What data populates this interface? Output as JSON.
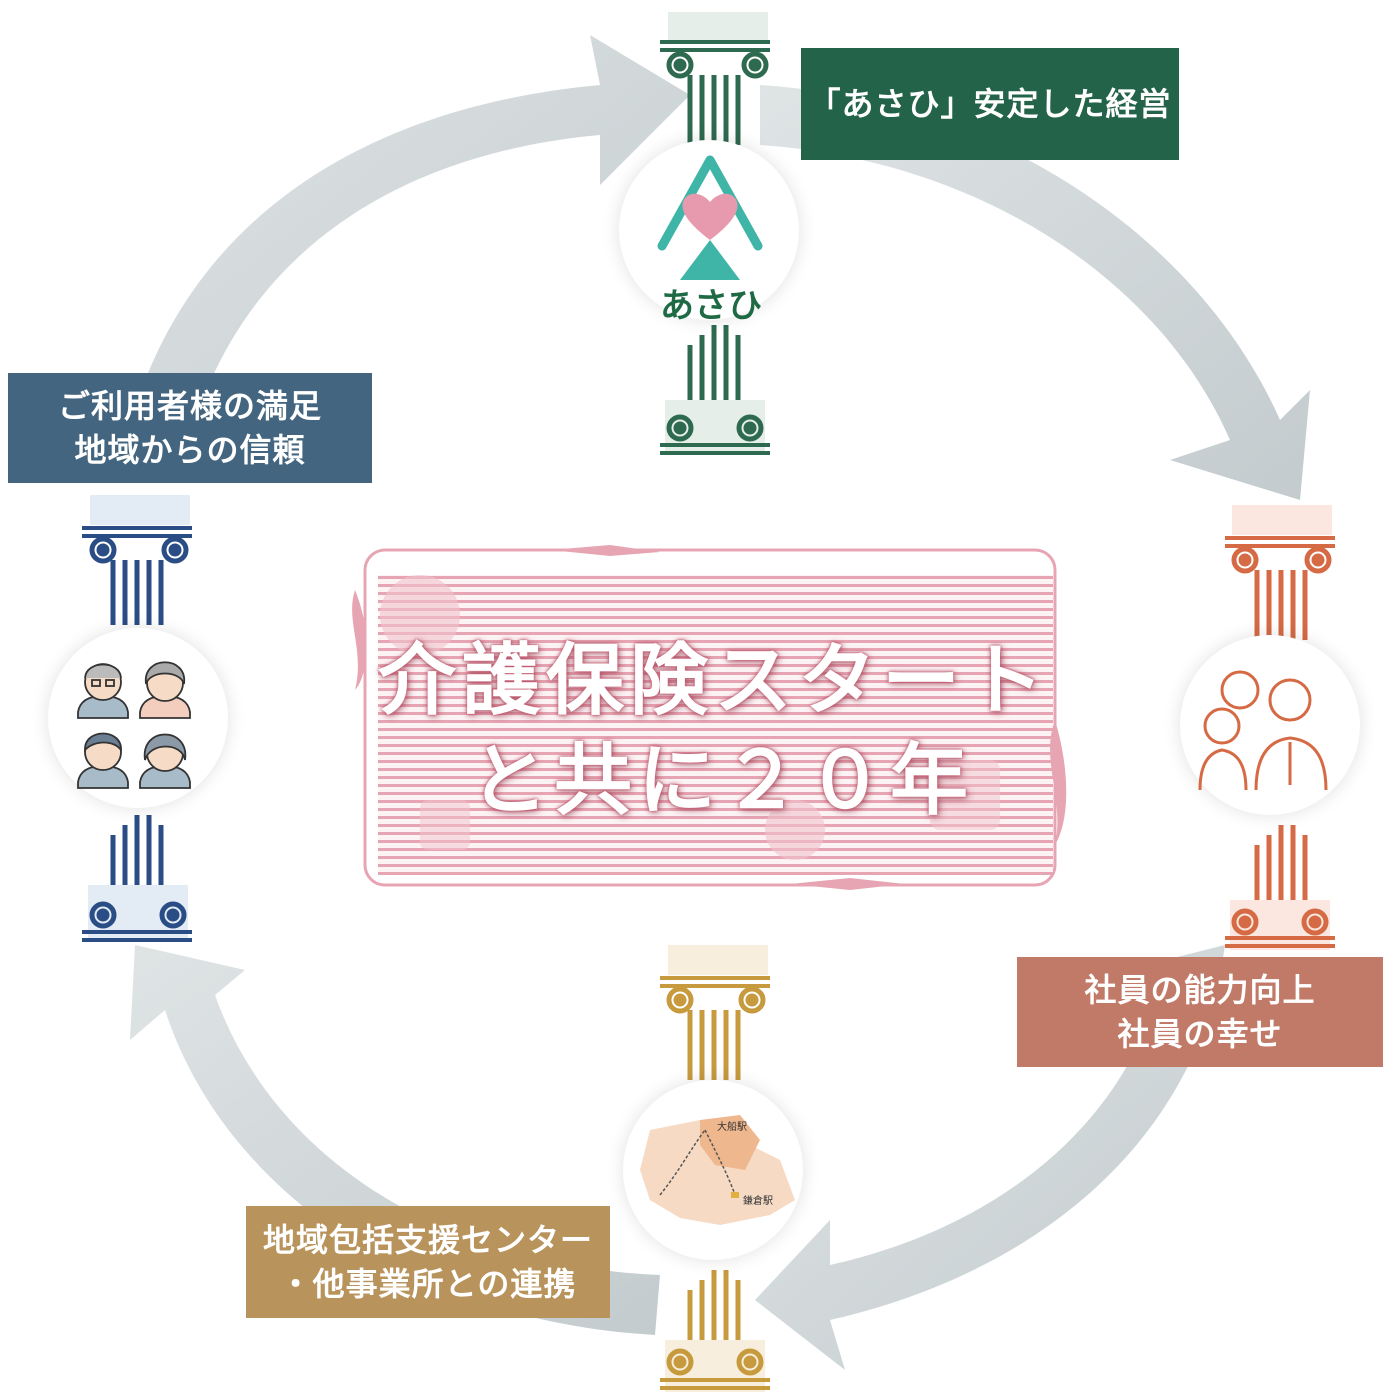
{
  "title": {
    "line1": "介護保険スタート",
    "line2": "と共に２０年"
  },
  "pillars": [
    {
      "id": "top",
      "label": [
        "「あさひ」安定した経営"
      ],
      "color": "#23634a"
    },
    {
      "id": "right",
      "label": [
        "社員の能力向上",
        "社員の幸せ"
      ],
      "color": "#c07a67"
    },
    {
      "id": "bottom",
      "label": [
        "地域包括支援センター",
        "・他事業所との連携"
      ],
      "color": "#b9935c"
    },
    {
      "id": "left",
      "label": [
        "ご利用者様の満足",
        "地域からの信頼"
      ],
      "color": "#43657f"
    }
  ],
  "logo": {
    "text": "あさひ"
  },
  "map": {
    "station1": "大船駅",
    "station2": "鎌倉駅"
  },
  "colors": {
    "arrow": "#cdd4d6",
    "pink": "#e7a5b3",
    "green_pillar": "#2e6a50",
    "orange_pillar": "#d56a45",
    "gold_pillar": "#c79a3e",
    "blue_pillar": "#2a4d86"
  }
}
